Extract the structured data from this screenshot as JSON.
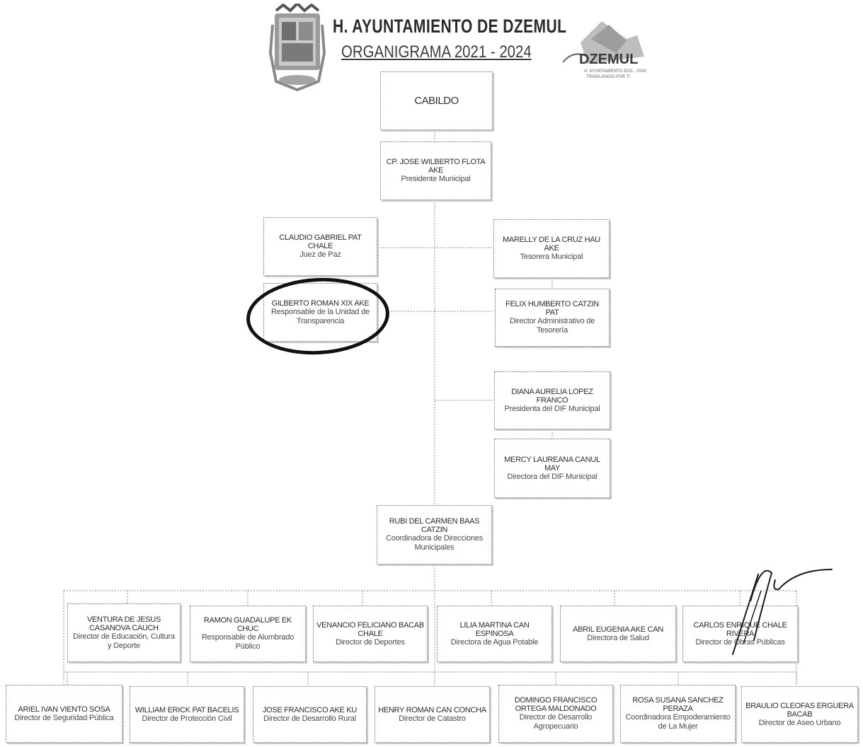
{
  "header": {
    "title": "H. AYUNTAMIENTO DE DZEMUL",
    "subtitle": "ORGANIGRAMA 2021 - 2024",
    "logo_text": "DZEMUL",
    "logo_tagline_1": "H. AYUNTAMIENTO 2021 - 2024",
    "logo_tagline_2": "TRABAJANDO POR TI"
  },
  "cabildo": {
    "label": "CABILDO"
  },
  "presidente": {
    "name": "CP. JOSE WILBERTO FLOTA AKE",
    "role": "Presidente Municipal"
  },
  "juez": {
    "name": "CLAUDIO GABRIEL PAT CHALE",
    "role": "Juez de Paz"
  },
  "transparencia": {
    "name": "GILBERTO ROMAN XIX AKE",
    "role": "Responsable de la Unidad de Transparencia"
  },
  "tesorera": {
    "name": "MARELLY DE LA CRUZ HAU AKE",
    "role": "Tesorera Municipal"
  },
  "dir_admin": {
    "name": "FELIX HUMBERTO CATZIN PAT",
    "role": "Director Administrativo de Tesorería"
  },
  "pres_dif": {
    "name": "DIANA AURELIA LOPEZ FRANCO",
    "role": "Presidenta del DIF Municipal"
  },
  "dir_dif": {
    "name": "MERCY LAUREANA CANUL MAY",
    "role": "Directora del DIF Municipal"
  },
  "coordinadora": {
    "name": "RUBI DEL CARMEN BAAS CATZIN",
    "role": "Coordinadora de Direcciones Municipales"
  },
  "row1": [
    {
      "name": "VENTURA DE JESUS CASANOVA CAUCH",
      "role": "Director de Educación, Cultura y Deporte"
    },
    {
      "name": "RAMON GUADALUPE EK CHUC",
      "role": "Responsable de Alumbrado Público"
    },
    {
      "name": "VENANCIO FELICIANO BACAB CHALE",
      "role": "Director de Deportes"
    },
    {
      "name": "LILIA MARTINA CAN ESPINOSA",
      "role": "Directora de Agua Potable"
    },
    {
      "name": "ABRIL EUGENIA AKE CAN",
      "role": "Directora de Salud"
    },
    {
      "name": "CARLOS ENRIQUE CHALE RIVERA",
      "role": "Director de Obras Públicas"
    }
  ],
  "row2": [
    {
      "name": "ARIEL IVAN VIENTO SOSA",
      "role": "Director de Seguridad Pública"
    },
    {
      "name": "WILLIAM ERICK PAT BACELIS",
      "role": "Director de Protección Civil"
    },
    {
      "name": "JOSE FRANCISCO AKE KU",
      "role": "Director de Desarrollo Rural"
    },
    {
      "name": "HENRY ROMAN CAN CONCHA",
      "role": "Director de Catastro"
    },
    {
      "name": "DOMINGO FRANCISCO ORTEGA MALDONADO",
      "role": "Director de Desarrollo Agropecuario"
    },
    {
      "name": "ROSA SUSANA SANCHEZ PERAZA",
      "role": "Coordinadora Empoderamiento de La Mujer"
    },
    {
      "name": "BRAULIO CLEOFAS ERGUERA BACAB",
      "role": "Director de Aseo Urbano"
    }
  ]
}
